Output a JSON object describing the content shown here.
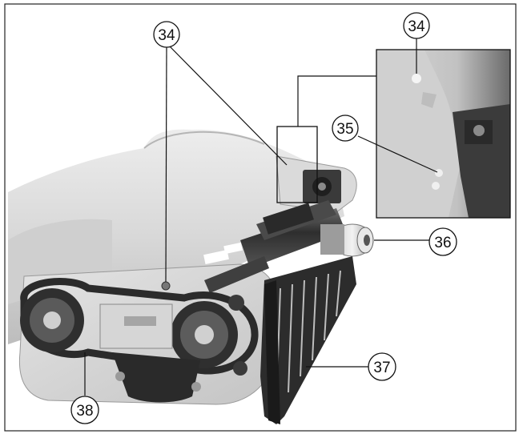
{
  "callouts": {
    "c34_main": "34",
    "c34_inset": "34",
    "c35": "35",
    "c36": "36",
    "c37": "37",
    "c38": "38"
  },
  "colors": {
    "background": "#ffffff",
    "line": "#111111",
    "metal_light": "#d9d9d9",
    "metal_mid": "#a9a9a9",
    "metal_dark": "#3a3a3a"
  }
}
